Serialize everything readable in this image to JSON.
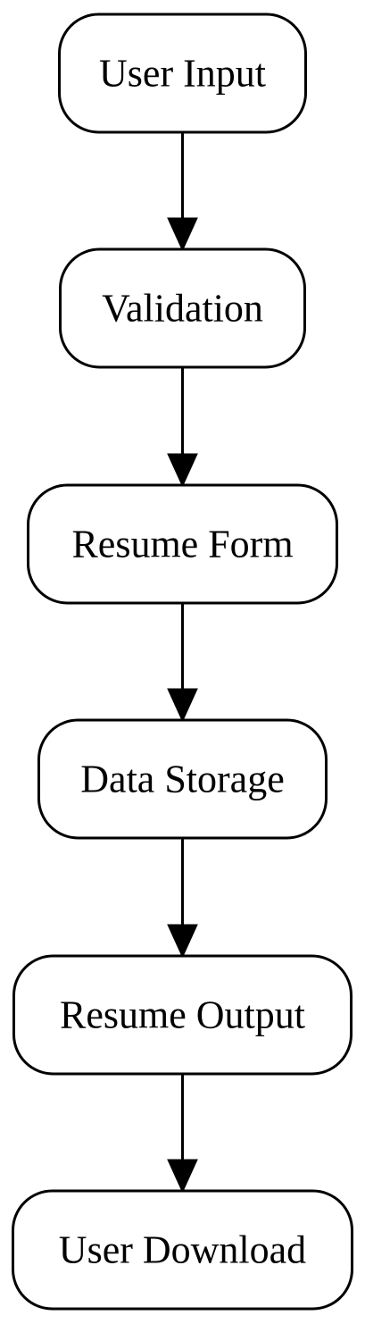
{
  "diagram": {
    "type": "flowchart",
    "direction": "top-to-bottom",
    "nodes": [
      {
        "id": "user-input",
        "label": "User Input"
      },
      {
        "id": "validation",
        "label": "Validation"
      },
      {
        "id": "resume-form",
        "label": "Resume Form"
      },
      {
        "id": "data-storage",
        "label": "Data Storage"
      },
      {
        "id": "resume-output",
        "label": "Resume Output"
      },
      {
        "id": "user-download",
        "label": "User Download"
      }
    ],
    "edges": [
      {
        "from": "user-input",
        "to": "validation"
      },
      {
        "from": "validation",
        "to": "resume-form"
      },
      {
        "from": "resume-form",
        "to": "data-storage"
      },
      {
        "from": "data-storage",
        "to": "resume-output"
      },
      {
        "from": "resume-output",
        "to": "user-download"
      }
    ],
    "colors": {
      "stroke": "#000000",
      "fill": "#ffffff",
      "text": "#000000"
    }
  }
}
